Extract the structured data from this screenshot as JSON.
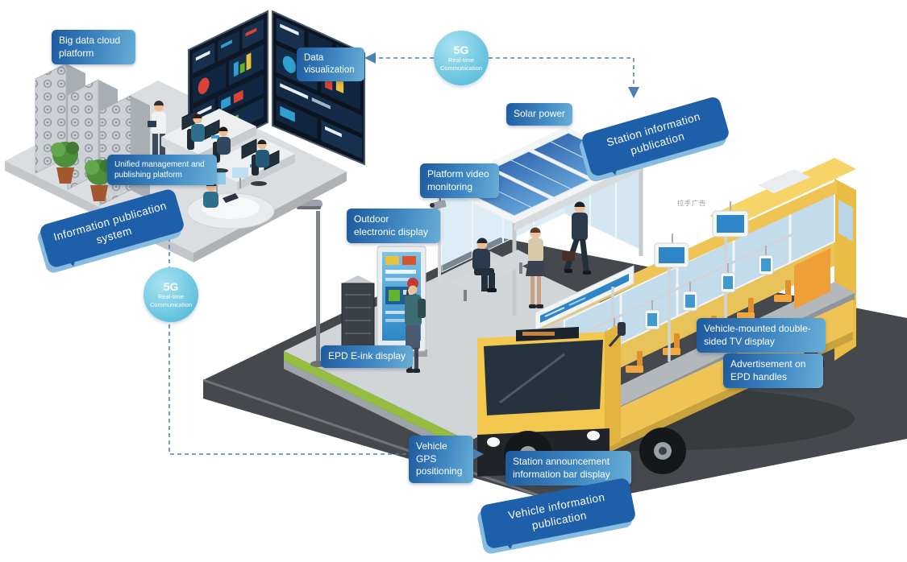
{
  "control_center": {
    "big_data_cloud": "Big data cloud platform",
    "data_visualization": "Data visualization",
    "unified_platform": "Unified management and publishing platform",
    "bubble_info_system": "Information publication system"
  },
  "station": {
    "solar_power": "Solar power",
    "platform_video": "Platform video monitoring",
    "outdoor_display": "Outdoor electronic display",
    "epd_eink": "EPD E-ink display",
    "bubble_station_info": "Station information publication"
  },
  "vehicle": {
    "tv_display": "Vehicle-mounted double-sided TV display",
    "epd_handles": "Advertisement on EPD handles",
    "gps": "Vehicle GPS positioning",
    "announcement_bar": "Station announcement information bar display",
    "bubble_vehicle_info": "Vehicle information publication",
    "handle_ad_note": "拉手广告"
  },
  "badge_5g": {
    "label": "5G",
    "sub": "Real-time Communication"
  },
  "colors": {
    "label_gradient_start": "#1d5a9e",
    "label_gradient_end": "#68aed6",
    "bubble_blue": "#1e5fa9",
    "bubble_backing": "#86bcdf",
    "badge_5g_blue": "#5fc0dc",
    "bus_yellow": "#f0c355",
    "road_gray": "#45484c",
    "solar_blue": "#2e6bb4",
    "grass_green": "#95bd3f",
    "connector_blue": "#4f7fb5"
  }
}
